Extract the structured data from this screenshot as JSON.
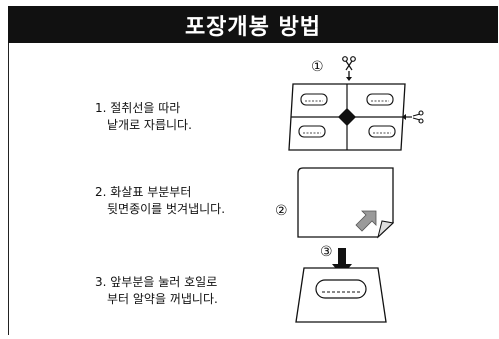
{
  "title": "포장개봉 방법",
  "steps": [
    {
      "line1": "1. 절취선을 따라",
      "line2": "낱개로 자릅니다."
    },
    {
      "line1": "2. 화살표 부분부터",
      "line2": "뒷면종이를 벗겨냅니다."
    },
    {
      "line1": "3. 앞부분을 눌러 호일로",
      "line2": "부터 알약을 꺼냅니다."
    }
  ],
  "markers": {
    "m1": "①",
    "m2": "②",
    "m3": "③"
  },
  "icons": [
    "scissors-icon",
    "down-arrow-icon",
    "peel-arrow-icon",
    "press-arrow-icon"
  ],
  "colors": {
    "header_bg": "#111111",
    "header_text": "#ffffff",
    "arrow_gray": "#9a9a9a"
  }
}
